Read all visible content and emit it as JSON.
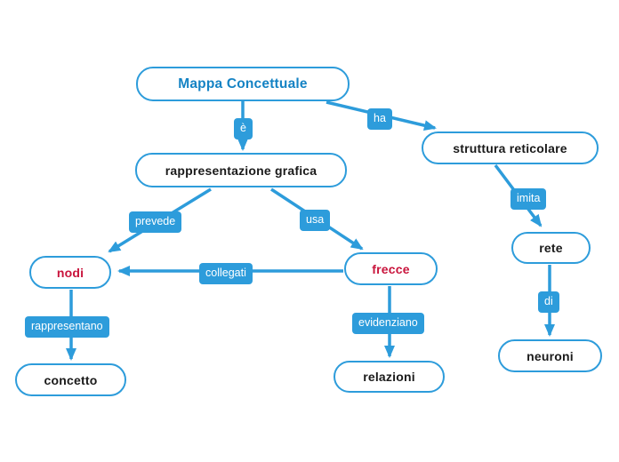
{
  "diagram": {
    "type": "concept-map",
    "language": "it"
  },
  "colors": {
    "accent_blue": "#2D9CDB",
    "title_text_blue": "#1583C4",
    "keyword_red": "#C9143C",
    "node_text": "#1a1a1a",
    "background": "#ffffff"
  },
  "nodes": {
    "mappa": {
      "label": "Mappa Concettuale"
    },
    "rappresentazione": {
      "label": "rappresentazione grafica"
    },
    "struttura": {
      "label": "struttura reticolare"
    },
    "nodi": {
      "label": "nodi"
    },
    "frecce": {
      "label": "frecce"
    },
    "rete": {
      "label": "rete"
    },
    "concetto": {
      "label": "concetto"
    },
    "relazioni": {
      "label": "relazioni"
    },
    "neuroni": {
      "label": "neuroni"
    }
  },
  "edge_labels": {
    "e": "è",
    "ha": "ha",
    "prevede": "prevede",
    "usa": "usa",
    "collegati": "collegati",
    "rappresentano": "rappresentano",
    "evidenziano": "evidenziano",
    "imita": "imita",
    "di": "di"
  },
  "edges": [
    {
      "from": "Mappa Concettuale",
      "to": "rappresentazione grafica",
      "label": "è"
    },
    {
      "from": "Mappa Concettuale",
      "to": "struttura reticolare",
      "label": "ha"
    },
    {
      "from": "rappresentazione grafica",
      "to": "nodi",
      "label": "prevede"
    },
    {
      "from": "rappresentazione grafica",
      "to": "frecce",
      "label": "usa"
    },
    {
      "from": "frecce",
      "to": "nodi",
      "label": "collegati"
    },
    {
      "from": "nodi",
      "to": "concetto",
      "label": "rappresentano"
    },
    {
      "from": "frecce",
      "to": "relazioni",
      "label": "evidenziano"
    },
    {
      "from": "struttura reticolare",
      "to": "rete",
      "label": "imita"
    },
    {
      "from": "rete",
      "to": "neuroni",
      "label": "di"
    }
  ]
}
